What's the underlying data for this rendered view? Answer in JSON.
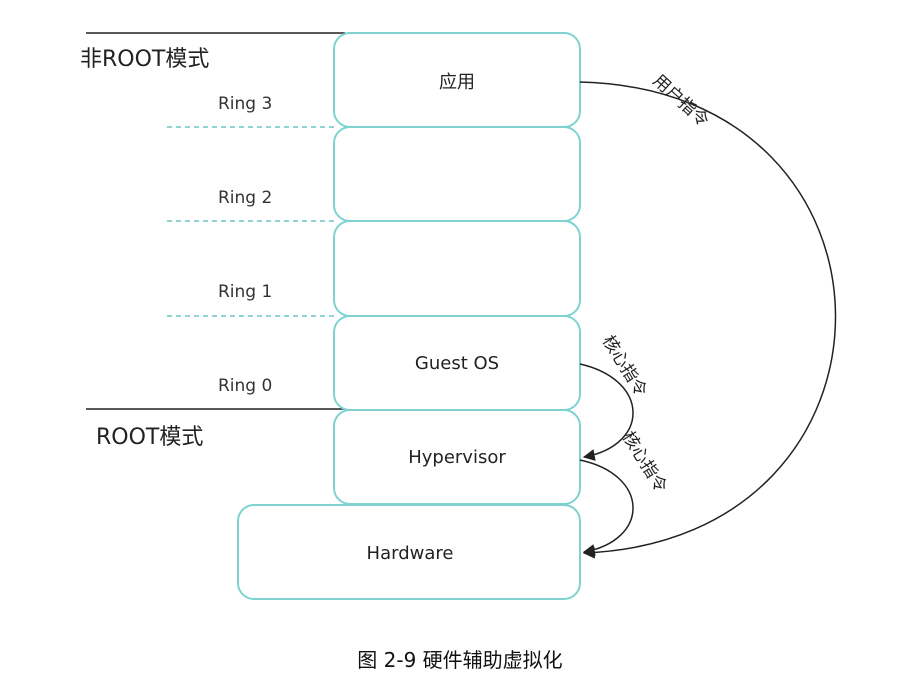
{
  "modes": {
    "non_root": "非ROOT模式",
    "root": "ROOT模式"
  },
  "rings": [
    "Ring 3",
    "Ring 2",
    "Ring 1",
    "Ring 0"
  ],
  "layers": {
    "app": "应用",
    "ring2": "",
    "ring1": "",
    "guest_os": "Guest OS",
    "hypervisor": "Hypervisor",
    "hardware": "Hardware"
  },
  "arrows": {
    "user_instr": "用户指令",
    "kernel_instr_1": "核心指令",
    "kernel_instr_2": "核心指令"
  },
  "caption": "图  2-9  硬件辅助虚拟化",
  "colors": {
    "box_border": "#7ed3d1",
    "dashed_line": "#6cc6c4",
    "line": "#222222"
  }
}
